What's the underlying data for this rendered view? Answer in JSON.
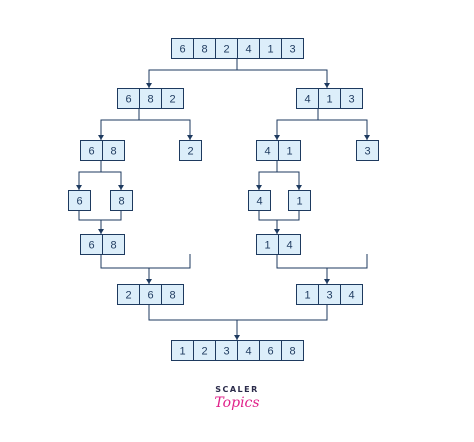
{
  "nodes": [
    {
      "id": "root",
      "values": [
        "6",
        "8",
        "2",
        "4",
        "1",
        "3"
      ]
    },
    {
      "id": "left-half",
      "values": [
        "6",
        "8",
        "2"
      ]
    },
    {
      "id": "right-half",
      "values": [
        "4",
        "1",
        "3"
      ]
    },
    {
      "id": "left-left",
      "values": [
        "6",
        "8"
      ]
    },
    {
      "id": "left-right",
      "values": [
        "2"
      ]
    },
    {
      "id": "right-left",
      "values": [
        "4",
        "1"
      ]
    },
    {
      "id": "right-right",
      "values": [
        "3"
      ]
    },
    {
      "id": "single-6",
      "values": [
        "6"
      ]
    },
    {
      "id": "single-8",
      "values": [
        "8"
      ]
    },
    {
      "id": "single-4",
      "values": [
        "4"
      ]
    },
    {
      "id": "single-1",
      "values": [
        "1"
      ]
    },
    {
      "id": "merged-6-8",
      "values": [
        "6",
        "8"
      ]
    },
    {
      "id": "merged-1-4",
      "values": [
        "1",
        "4"
      ]
    },
    {
      "id": "merged-left",
      "values": [
        "2",
        "6",
        "8"
      ]
    },
    {
      "id": "merged-right",
      "values": [
        "1",
        "3",
        "4"
      ]
    },
    {
      "id": "sorted-result",
      "values": [
        "1",
        "2",
        "3",
        "4",
        "6",
        "8"
      ]
    }
  ],
  "logo": {
    "top": "SCALER",
    "bottom": "Topics"
  },
  "colors": {
    "cell_fill": "#dceefa",
    "line": "#1e3a5f",
    "logo_accent": "#e0218a"
  }
}
